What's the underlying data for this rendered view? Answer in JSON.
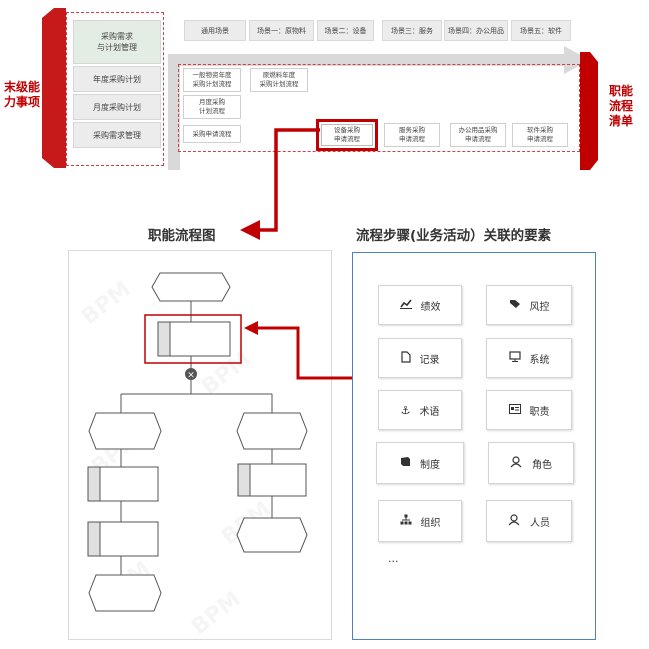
{
  "side_left": {
    "line1": "末级能",
    "line2": "力事项"
  },
  "side_right": {
    "line1": "职能",
    "line2": "流程",
    "line3": "清单"
  },
  "left_items": [
    {
      "line1": "采购需求",
      "line2": "与计划管理"
    },
    {
      "line1": "年度采购计划",
      "line2": ""
    },
    {
      "line1": "月度采购计划",
      "line2": ""
    },
    {
      "line1": "采购需求管理",
      "line2": ""
    }
  ],
  "tabs": [
    "通用场景",
    "场景一：原物料",
    "场景二：设备",
    "场景三：服务",
    "场景四：办公用品",
    "场景五：软件"
  ],
  "processes": [
    {
      "line1": "一般物资年度",
      "line2": "采购计划流程"
    },
    {
      "line1": "原燃料年度",
      "line2": "采购计划流程"
    },
    {
      "line1": "月度采购",
      "line2": "计划流程"
    },
    {
      "line1": "采购申请流程",
      "line2": ""
    },
    {
      "line1": "设备采购",
      "line2": "申请流程"
    },
    {
      "line1": "服务采购",
      "line2": "申请流程"
    },
    {
      "line1": "办公用品采购",
      "line2": "申请流程"
    },
    {
      "line1": "软件采购",
      "line2": "申请流程"
    }
  ],
  "flow_title": "职能流程图",
  "elements_title": "流程步骤(业务活动）关联的要素",
  "watermark": "BPM",
  "elements": [
    {
      "label": "绩效",
      "icon": "chart-line-icon",
      "glyph": "📈"
    },
    {
      "label": "风控",
      "icon": "tags-icon",
      "glyph": "🏷"
    },
    {
      "label": "记录",
      "icon": "document-icon",
      "glyph": "🗋"
    },
    {
      "label": "系统",
      "icon": "monitor-icon",
      "glyph": "🖵"
    },
    {
      "label": "术语",
      "icon": "anchor-icon",
      "glyph": "⚓"
    },
    {
      "label": "职责",
      "icon": "id-card-icon",
      "glyph": "▤"
    },
    {
      "label": "制度",
      "icon": "book-icon",
      "glyph": "📘"
    },
    {
      "label": "角色",
      "icon": "user-role-icon",
      "glyph": "👥"
    },
    {
      "label": "组织",
      "icon": "org-chart-icon",
      "glyph": "品"
    },
    {
      "label": "人员",
      "icon": "users-icon",
      "glyph": "👥"
    }
  ],
  "ellipsis": "...",
  "colors": {
    "accent": "#c00000",
    "box_bg": "#ececec",
    "green_box": "#e3ede3",
    "panel_border": "#4f81bd"
  }
}
